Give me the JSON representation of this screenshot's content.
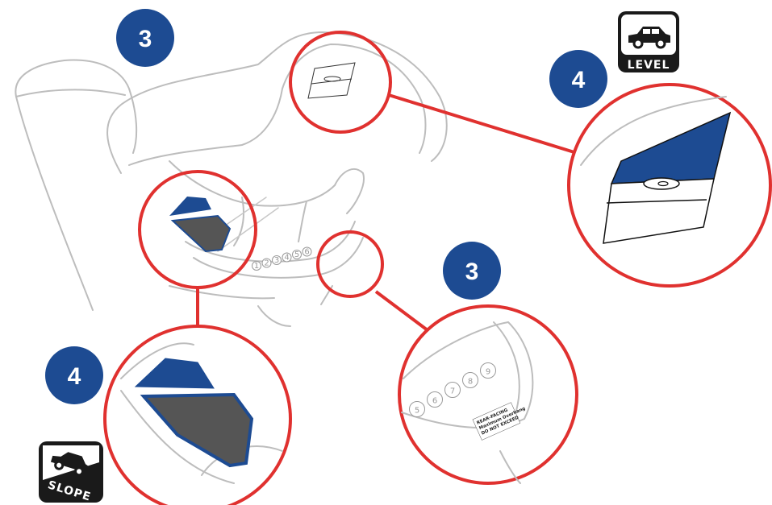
{
  "badges": {
    "top_left": "3",
    "level_step": "4",
    "recline_step": "3",
    "slope_step": "4"
  },
  "icons": {
    "level": {
      "label": "LEVEL",
      "icon": "car-level-icon"
    },
    "slope": {
      "label": "SLOPE",
      "icon": "car-slope-icon"
    }
  },
  "recline_positions": {
    "seat": [
      "1",
      "2",
      "3",
      "4",
      "5",
      "6"
    ],
    "zoom": [
      "5",
      "6",
      "7",
      "8",
      "9"
    ]
  },
  "warning_label": [
    "REAR-FACING",
    "Maximum Overhang",
    "DO NOT EXCEED"
  ],
  "colors": {
    "badge": "#1d4b92",
    "callout": "#e0312f",
    "indicator_blue": "#1d4b92",
    "indicator_gray": "#555555",
    "icon_bg": "#1a1a1a"
  }
}
